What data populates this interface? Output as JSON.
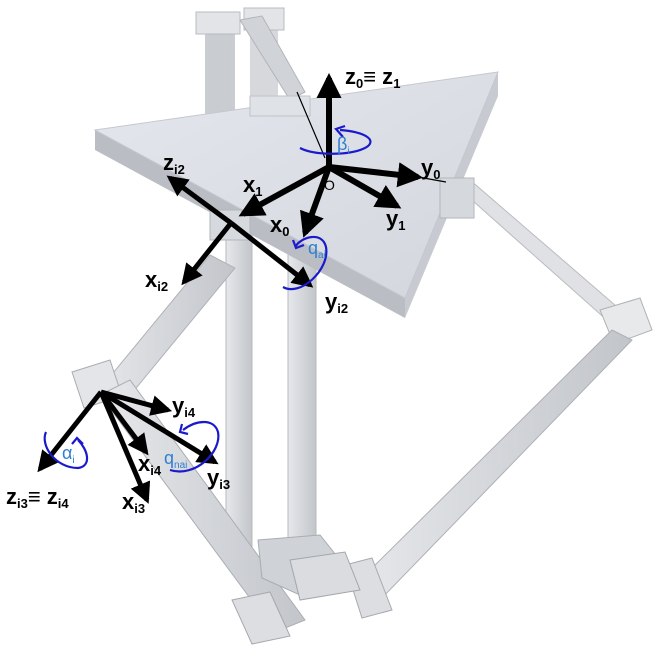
{
  "figure": {
    "description": "Delta parallel robot kinematic diagram with coordinate frames",
    "colors": {
      "axis": "#000000",
      "rotation_arrow": "#1a1acc",
      "rotation_label": "#2f7fd0",
      "platform_top": "#dcdfe6",
      "platform_side": "#b9bcc3",
      "link": "#d4d6da",
      "link_shade": "#b0b3b8"
    }
  },
  "labels": {
    "origin": "O",
    "z0_z1": {
      "main": "z",
      "sub1": "0",
      "equiv": "≡ z",
      "sub2": "1"
    },
    "y0": {
      "main": "y",
      "sub": "0"
    },
    "y1": {
      "main": "y",
      "sub": "1"
    },
    "x1": {
      "main": "x",
      "sub": "1"
    },
    "x0": {
      "main": "x",
      "sub": "0"
    },
    "zi2": {
      "main": "z",
      "sub": "i2"
    },
    "xi2": {
      "main": "x",
      "sub": "i2"
    },
    "yi2": {
      "main": "y",
      "sub": "i2"
    },
    "yi4": {
      "main": "y",
      "sub": "i4"
    },
    "xi4": {
      "main": "x",
      "sub": "i4"
    },
    "yi3": {
      "main": "y",
      "sub": "i3"
    },
    "xi3": {
      "main": "x",
      "sub": "i3"
    },
    "zi3_zi4": {
      "main": "z",
      "sub1": "i3",
      "equiv": "≡ z",
      "sub2": "i4"
    }
  },
  "rotations": {
    "beta": {
      "main": "β",
      "sub": "i"
    },
    "qa": {
      "main": "q",
      "sub": "ai"
    },
    "alpha": {
      "main": "α",
      "sub": "i"
    },
    "qna": {
      "main": "q",
      "sub": "nai"
    }
  }
}
